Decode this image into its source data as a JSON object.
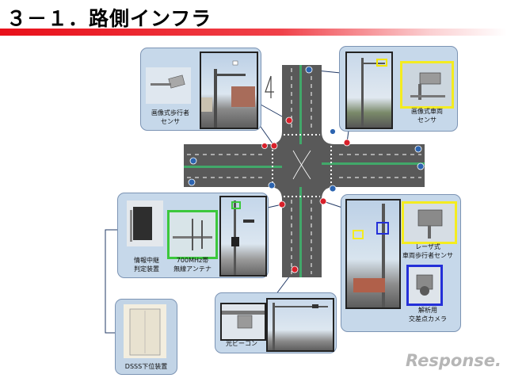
{
  "header": {
    "title": "３－１．路側インフラ"
  },
  "devices": {
    "ped_image_sensor": {
      "line1": "画像式歩行者",
      "line2": "センサ"
    },
    "vehicle_image_sensor": {
      "line1": "画像式車両",
      "line2": "センサ"
    },
    "relay_unit": {
      "line1": "情報中継",
      "line2": "判定装置"
    },
    "antenna": {
      "line1": "700MHz帯",
      "line2": "無線アンテナ"
    },
    "laser_sensor": {
      "line1": "レーザ式",
      "line2": "車両歩行者センサ"
    },
    "analysis_camera": {
      "line1": "解析用",
      "line2": "交差点カメラ"
    },
    "optical_beacon": {
      "line1": "光ビーコン"
    },
    "dsss_unit": {
      "line1": "DSSS下位装置"
    }
  },
  "brand": {
    "logo_text": "Response."
  },
  "colors": {
    "panel": "#c6d8ea",
    "title_bar": "#e8101a",
    "road": "#595959",
    "sensor_red": "#d8202a",
    "sensor_blue": "#2c64b0"
  }
}
